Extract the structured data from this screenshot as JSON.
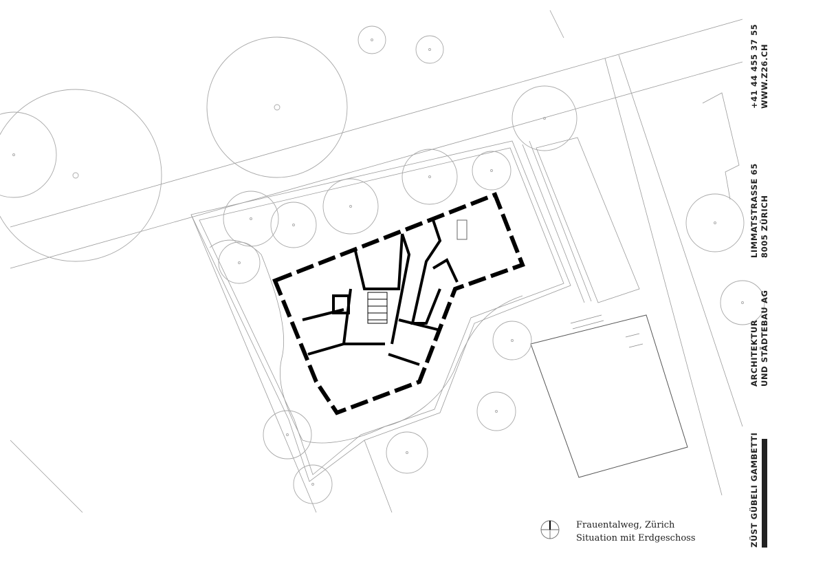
{
  "caption": {
    "line1": "Frauentalweg, Zürich",
    "line2": "Situation mit Erdgeschoss"
  },
  "firm": {
    "name": "ZÜST GÜBELI GAMBETTI",
    "subtitle1": "ARCHITEKTUR",
    "subtitle2": "UND STÄDTEBAU AG",
    "street": "LIMMATSTRASSE 65",
    "city": "8005 ZÜRICH",
    "phone": "+41 44 455 37 55",
    "web": "WWW.Z26.CH"
  },
  "icons": [
    "north-arrow-icon"
  ],
  "colors": {
    "ink": "#000000",
    "linework": "#9a9a9a"
  }
}
